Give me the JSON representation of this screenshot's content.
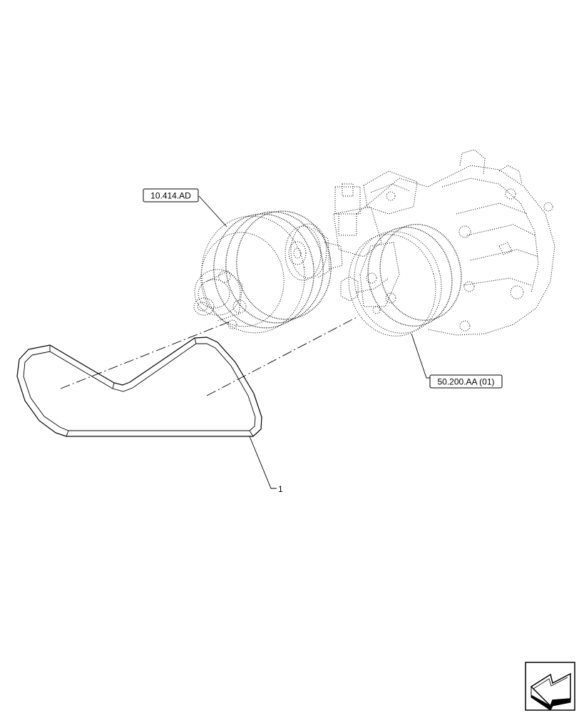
{
  "labels": {
    "ref_tensioner": "10.414.AD",
    "ref_compressor": "50.200.AA (01)",
    "item_belt": "1"
  },
  "nav_icon": "next-page-arrow-icon"
}
